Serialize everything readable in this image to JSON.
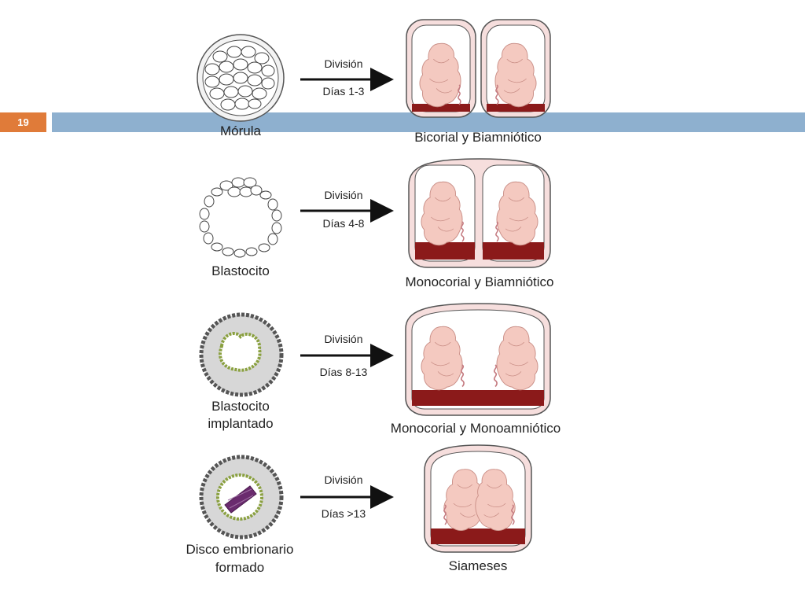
{
  "slide": {
    "number": "19"
  },
  "colors": {
    "accent": "#e07b39",
    "band": "#8eb0cf",
    "placenta": "#8b1a1a",
    "fetus": "#f4c9c0",
    "fetus_outline": "#c98e86",
    "chorion": "#f6dedd"
  },
  "rows": [
    {
      "stage": "Mórula",
      "arrow_top": "División",
      "arrow_bottom": "Días 1-3",
      "result": "Bicorial y Biamniótico"
    },
    {
      "stage": "Blastocito",
      "arrow_top": "División",
      "arrow_bottom": "Días 4-8",
      "result": "Monocorial y Biamniótico"
    },
    {
      "stage_line1": "Blastocito",
      "stage_line2": "implantado",
      "arrow_top": "División",
      "arrow_bottom": "Días 8-13",
      "result": "Monocorial y Monoamniótico"
    },
    {
      "stage_line1": "Disco embrionario",
      "stage_line2": "formado",
      "arrow_top": "División",
      "arrow_bottom": "Días >13",
      "result": "Siameses"
    }
  ]
}
